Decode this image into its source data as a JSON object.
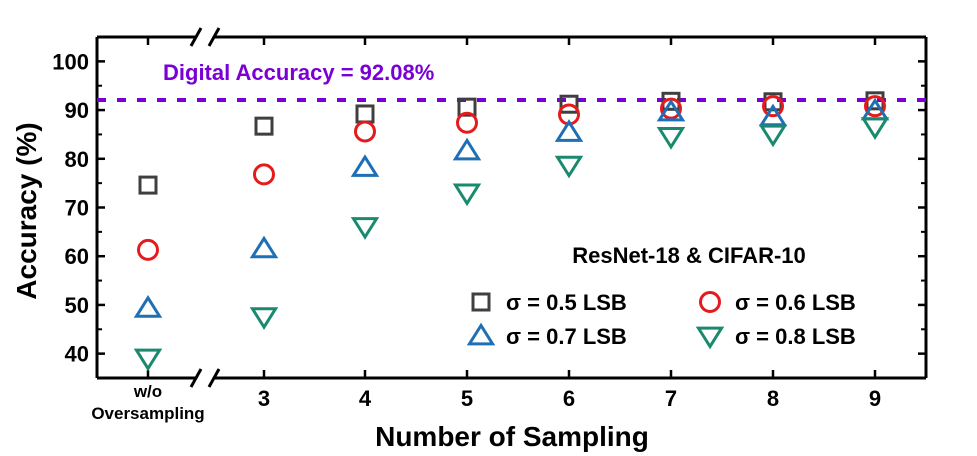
{
  "chart_data": {
    "type": "scatter",
    "title": "",
    "xlabel": "Number of Sampling",
    "ylabel": "Accuracy (%)",
    "ylim": [
      35,
      105
    ],
    "yticks": [
      40,
      50,
      60,
      70,
      80,
      90,
      100
    ],
    "categories": [
      "w/o\nOversampling",
      "3",
      "4",
      "5",
      "6",
      "7",
      "8",
      "9"
    ],
    "axis_break": "between w/o Oversampling and 3",
    "reference_line": {
      "value": 92.08,
      "label": "Digital Accuracy = 92.08%",
      "color": "#7b00d4"
    },
    "annotation": "ResNet-18 & CIFAR-10",
    "legend_position": "bottom-right",
    "grid": false,
    "series": [
      {
        "name": "σ = 0.5 LSB",
        "marker": "square",
        "color": "#3f3f3f",
        "values": [
          74.6,
          86.7,
          89.2,
          90.6,
          91.2,
          91.8,
          91.7,
          91.9
        ]
      },
      {
        "name": "σ = 0.6 LSB",
        "marker": "circle",
        "color": "#e41a1c",
        "values": [
          61.3,
          76.8,
          85.6,
          87.4,
          89.1,
          90.3,
          90.8,
          90.8
        ]
      },
      {
        "name": "σ = 0.7 LSB",
        "marker": "triangle-up",
        "color": "#1f6fb4",
        "values": [
          49.3,
          61.5,
          78.2,
          81.6,
          85.4,
          89.6,
          88.6,
          89.8
        ]
      },
      {
        "name": "σ = 0.8 LSB",
        "marker": "triangle-down",
        "color": "#1a8a6e",
        "values": [
          39.1,
          47.6,
          66.1,
          73.0,
          78.7,
          84.6,
          85.1,
          86.6
        ]
      }
    ]
  }
}
